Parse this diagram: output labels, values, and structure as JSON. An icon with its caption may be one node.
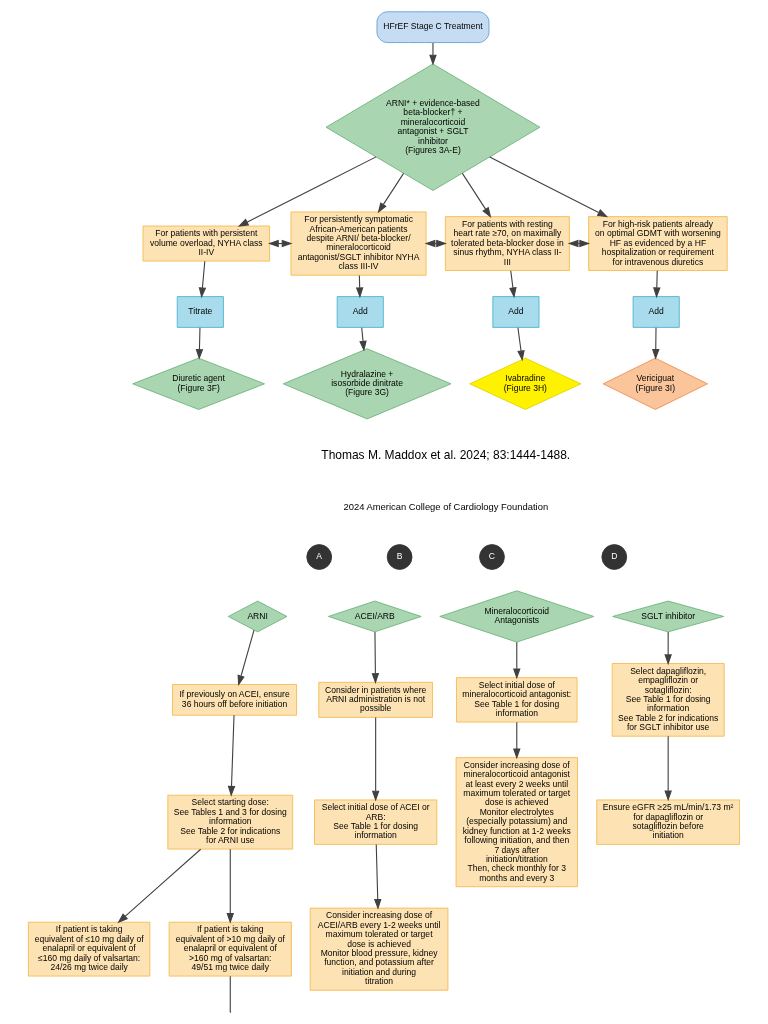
{
  "diagram": {
    "nodes": [
      {
        "text": [
          "HFrEF Stage C Treatment"
        ]
      },
      {
        "text": [
          "ARNI* + evidence-based beta-blocker† + mineralocorticoid antagonist + SGLT inhibitor",
          "(Figures 3A-E)"
        ]
      },
      {
        "text": [
          "For patients with persistent volume overload, NYHA class II-IV"
        ]
      },
      {
        "text": [
          "For persistently symptomatic African-American patients despite ARNI/ beta-blocker/ mineralocorticoid antagonist/SGLT inhibitor NYHA class III-IV"
        ]
      },
      {
        "text": [
          "For patients with resting heart rate ≥70, on maximally tolerated beta-blocker dose in sinus rhythm, NYHA class II-III"
        ]
      },
      {
        "text": [
          "For high-risk patients already on optimal GDMT with worsening HF as evidenced by a HF hospitalization or requirement for intravenous diuretics"
        ]
      },
      {
        "text": [
          "Titrate"
        ]
      },
      {
        "text": [
          "Add"
        ]
      },
      {
        "text": [
          "Add"
        ]
      },
      {
        "text": [
          "Add"
        ]
      },
      {
        "text": [
          "Diuretic agent",
          "(Figure 3F)"
        ]
      },
      {
        "text": [
          "Hydralazine + isosorbide dinitrate",
          "(Figure 3G)"
        ]
      },
      {
        "text": [
          "Ivabradine",
          "(Figure 3H)"
        ]
      },
      {
        "text": [
          "Vericiguat",
          "(Figure 3I)"
        ]
      },
      {
        "text": [
          "A"
        ]
      },
      {
        "text": [
          "ARNI"
        ]
      },
      {
        "text": [
          "If previously on ACEI, ensure 36 hours off before initiation"
        ]
      },
      {
        "text": [
          "Select starting dose:",
          "See Tables 1 and 3 for dosing information",
          "See Table 2 for indications for ARNI use"
        ]
      },
      {
        "text": [
          "If patient is taking equivalent of ≤10 mg daily of enalapril or equivalent of ≤160 mg daily of valsartan:",
          "24/26 mg twice daily"
        ]
      },
      {
        "text": [
          "If patient is taking equivalent of >10 mg daily of enalapril or equivalent of >160 mg of valsartan:",
          "49/51 mg twice daily"
        ]
      },
      {
        "text": [
          "B"
        ]
      },
      {
        "text": [
          "ACEI/ARB"
        ]
      },
      {
        "text": [
          "Consider in patients where ARNI administration is not possible"
        ]
      },
      {
        "text": [
          "Select initial dose of ACEI or ARB:",
          "See Table 1 for dosing information"
        ]
      },
      {
        "text": [
          "Consider increasing dose of ACEI/ARB every 1-2 weeks until maximum tolerated or target dose is achieved",
          "Monitor blood pressure, kidney function, and potassium after initiation and during titration"
        ]
      },
      {
        "text": [
          "C"
        ]
      },
      {
        "text": [
          "Mineralocorticoid Antagonists"
        ]
      },
      {
        "text": [
          "Select initial dose of mineralocorticoid antagonist:",
          "See Table 1 for dosing information"
        ]
      },
      {
        "text": [
          "Consider increasing dose of mineralocorticoid antagonist at least every 2 weeks until maximum tolerated or target dose is achieved",
          "Monitor electrolytes (especially potassium) and kidney function at 1-2 weeks following initiation, and then 7 days after initiation/titration",
          "Then, check monthly for 3 months and every 3"
        ]
      },
      {
        "text": [
          "D"
        ]
      },
      {
        "text": [
          "SGLT inhibitor"
        ]
      },
      {
        "text": [
          "Select dapagliflozin, empagliflozin or sotagliflozin:",
          "See Table 1 for dosing information",
          "See Table 2 for indications for SGLT inhibitor use"
        ]
      },
      {
        "text": [
          "Ensure eGFR ≥25 mL/min/1.73 m² for dapagliflozin or sotagliflozin before initiation"
        ]
      }
    ],
    "edges": [
      {
        "from": 0,
        "to": 1,
        "arrow": "to"
      },
      {
        "from": 1,
        "to": 2,
        "arrow": "to"
      },
      {
        "from": 1,
        "to": 3,
        "arrow": "to"
      },
      {
        "from": 1,
        "to": 4,
        "arrow": "to"
      },
      {
        "from": 1,
        "to": 5,
        "arrow": "to"
      },
      {
        "from": 2,
        "to": 3,
        "arrow": "both"
      },
      {
        "from": 3,
        "to": 4,
        "arrow": "both"
      },
      {
        "from": 4,
        "to": 5,
        "arrow": "both"
      },
      {
        "from": 2,
        "to": 6,
        "arrow": "to"
      },
      {
        "from": 3,
        "to": 7,
        "arrow": "to"
      },
      {
        "from": 4,
        "to": 8,
        "arrow": "to"
      },
      {
        "from": 5,
        "to": 9,
        "arrow": "to"
      },
      {
        "from": 6,
        "to": 10,
        "arrow": "to"
      },
      {
        "from": 7,
        "to": 11,
        "arrow": "to"
      },
      {
        "from": 8,
        "to": 12,
        "arrow": "to"
      },
      {
        "from": 9,
        "to": 13,
        "arrow": "to"
      },
      {
        "from": 15,
        "to": 16,
        "arrow": "to"
      },
      {
        "from": 16,
        "to": 17,
        "arrow": "to"
      },
      {
        "from": 17,
        "to": 18,
        "arrow": "to"
      },
      {
        "from": 17,
        "to": 19,
        "arrow": "to"
      },
      {
        "from": 19,
        "to": null,
        "arrow": "none"
      },
      {
        "from": 21,
        "to": 22,
        "arrow": "to"
      },
      {
        "from": 22,
        "to": 23,
        "arrow": "to"
      },
      {
        "from": 23,
        "to": 24,
        "arrow": "to"
      },
      {
        "from": 26,
        "to": 27,
        "arrow": "to"
      },
      {
        "from": 27,
        "to": 28,
        "arrow": "to"
      },
      {
        "from": 30,
        "to": 31,
        "arrow": "to"
      },
      {
        "from": 31,
        "to": 32,
        "arrow": "to"
      }
    ],
    "labels": [
      "Thomas M. Maddox et al. 2024; 83:1444-1488.",
      "2024 American College of Cardiology Foundation"
    ]
  }
}
